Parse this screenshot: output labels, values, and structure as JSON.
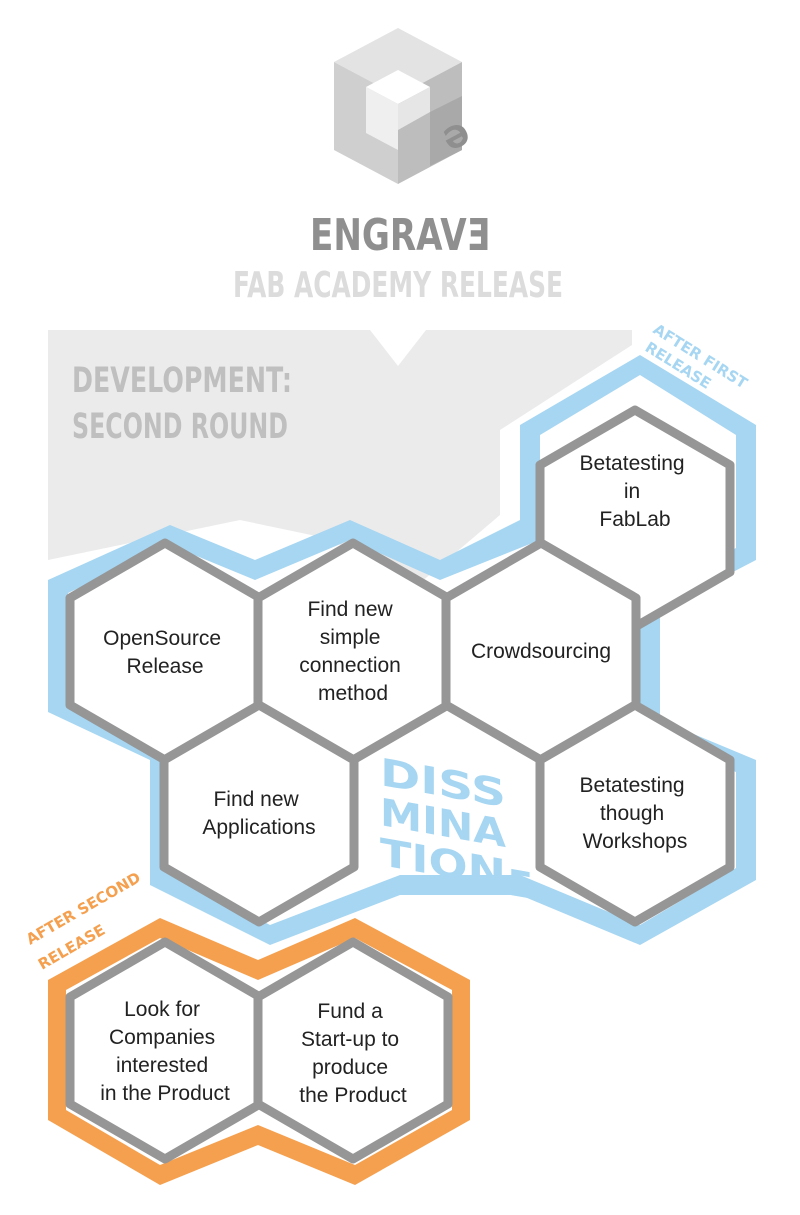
{
  "header": {
    "logo_icon": "engrave-cube-logo-icon",
    "title": "ENGRAVƎ",
    "subtitle": "FAB ACADEMY RELEASE"
  },
  "development": {
    "title_line1": "DEVELOPMENT:",
    "title_line2": "SECOND ROUND"
  },
  "dissemination": {
    "tag_line1": "AFTER FIRST",
    "tag_line2": "RELEASE",
    "word_line1": "DISS",
    "word_line2": "MINA",
    "word_line3": "TION",
    "word_extra": "E",
    "hexes": [
      {
        "lines": [
          "Betatesting",
          "in",
          "FabLab"
        ]
      },
      {
        "lines": [
          "OpenSource",
          "Release"
        ]
      },
      {
        "lines": [
          "Find new",
          "simple",
          "connection",
          "method"
        ]
      },
      {
        "lines": [
          "Crowdsourcing"
        ]
      },
      {
        "lines": [
          "Find new",
          "Applications"
        ]
      },
      {
        "lines": [
          "Betatesting",
          "though",
          "Workshops"
        ]
      }
    ]
  },
  "second_release": {
    "tag_line1": "AFTER SECOND",
    "tag_line2": "RELEASE",
    "hexes": [
      {
        "lines": [
          "Look for",
          "Companies",
          "interested",
          "in the Product"
        ]
      },
      {
        "lines": [
          "Fund a",
          "Start-up to",
          "produce",
          "the Product"
        ]
      }
    ]
  },
  "colors": {
    "gray_dark": "#8f8f8f",
    "gray_light": "#dcdcdc",
    "blue_band": "#a6d6f2",
    "orange_band": "#f5a04e",
    "hex_border": "#969696"
  }
}
